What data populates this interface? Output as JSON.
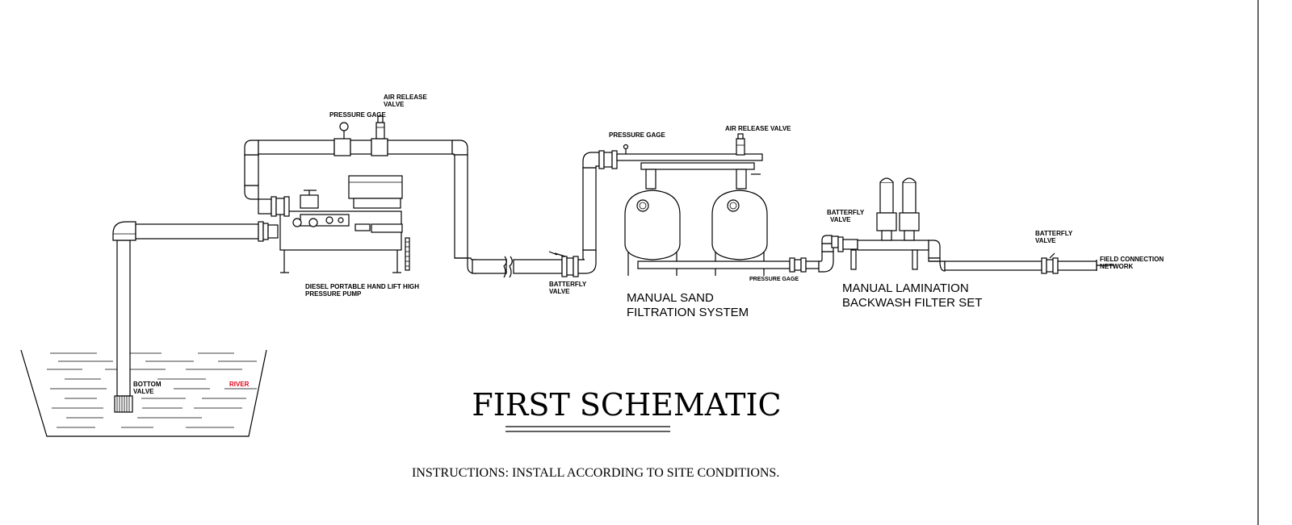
{
  "title": "FIRST SCHEMATIC",
  "instructions": "INSTRUCTIONS: INSTALL ACCORDING TO SITE CONDITIONS.",
  "labels": {
    "pressure_gage_1": "PRESSURE GAGE",
    "air_release_1a": "AIR RELEASE",
    "air_release_1b": "VALVE",
    "pump_1": "DIESEL PORTABLE HAND LIFT HIGH",
    "pump_2": "PRESSURE PUMP",
    "bottom_valve_1": "BOTTOM",
    "bottom_valve_2": "VALVE",
    "river": "RIVER",
    "butterfly_1a": "BATTERFLY",
    "butterfly_1b": "VALVE",
    "pressure_gage_2": "PRESSURE GAGE",
    "air_release_2": "AIR RELEASE VALVE",
    "sand_1": "MANUAL SAND",
    "sand_2": "FILTRATION SYSTEM",
    "pressure_gage_3": "PRESSURE GAGE",
    "butterfly_2a": "BATTERFLY",
    "butterfly_2b": "VALVE",
    "lamination_1": "MANUAL LAMINATION",
    "lamination_2": "BACKWASH FILTER SET",
    "butterfly_3a": "BATTERFLY",
    "butterfly_3b": "VALVE",
    "field_1": "FIELD CONNECTION",
    "field_2": "NETWORK"
  },
  "colors": {
    "line": "#000000",
    "background": "#ffffff",
    "river_label": "#e0001a"
  }
}
